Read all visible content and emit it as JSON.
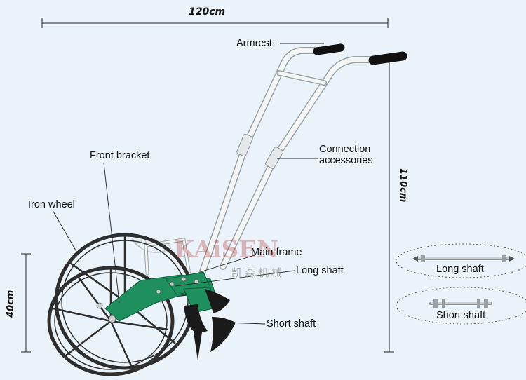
{
  "dimensions": {
    "width_label": "120cm",
    "height_label": "110cm",
    "wheel_label": "40cm"
  },
  "labels": {
    "armrest": "Armrest",
    "front_bracket": "Front bracket",
    "iron_wheel": "Iron wheel",
    "main_frame": "Main frame",
    "long_shaft": "Long shaft",
    "short_shaft": "Short shaft",
    "connection_line1": "Connection",
    "connection_line2": "accessories"
  },
  "accessories": {
    "long_shaft": "Long shaft",
    "short_shaft": "Short shaft"
  },
  "watermark": {
    "brand": "KAiSEN",
    "chinese": "凯森机械"
  },
  "colors": {
    "background": "#eaf3f9",
    "frame_green": "#1f8f5d",
    "handle_white": "#f4f6f6",
    "wheel_dark": "#2e2e2e",
    "grip_black": "#1a1a1a"
  }
}
